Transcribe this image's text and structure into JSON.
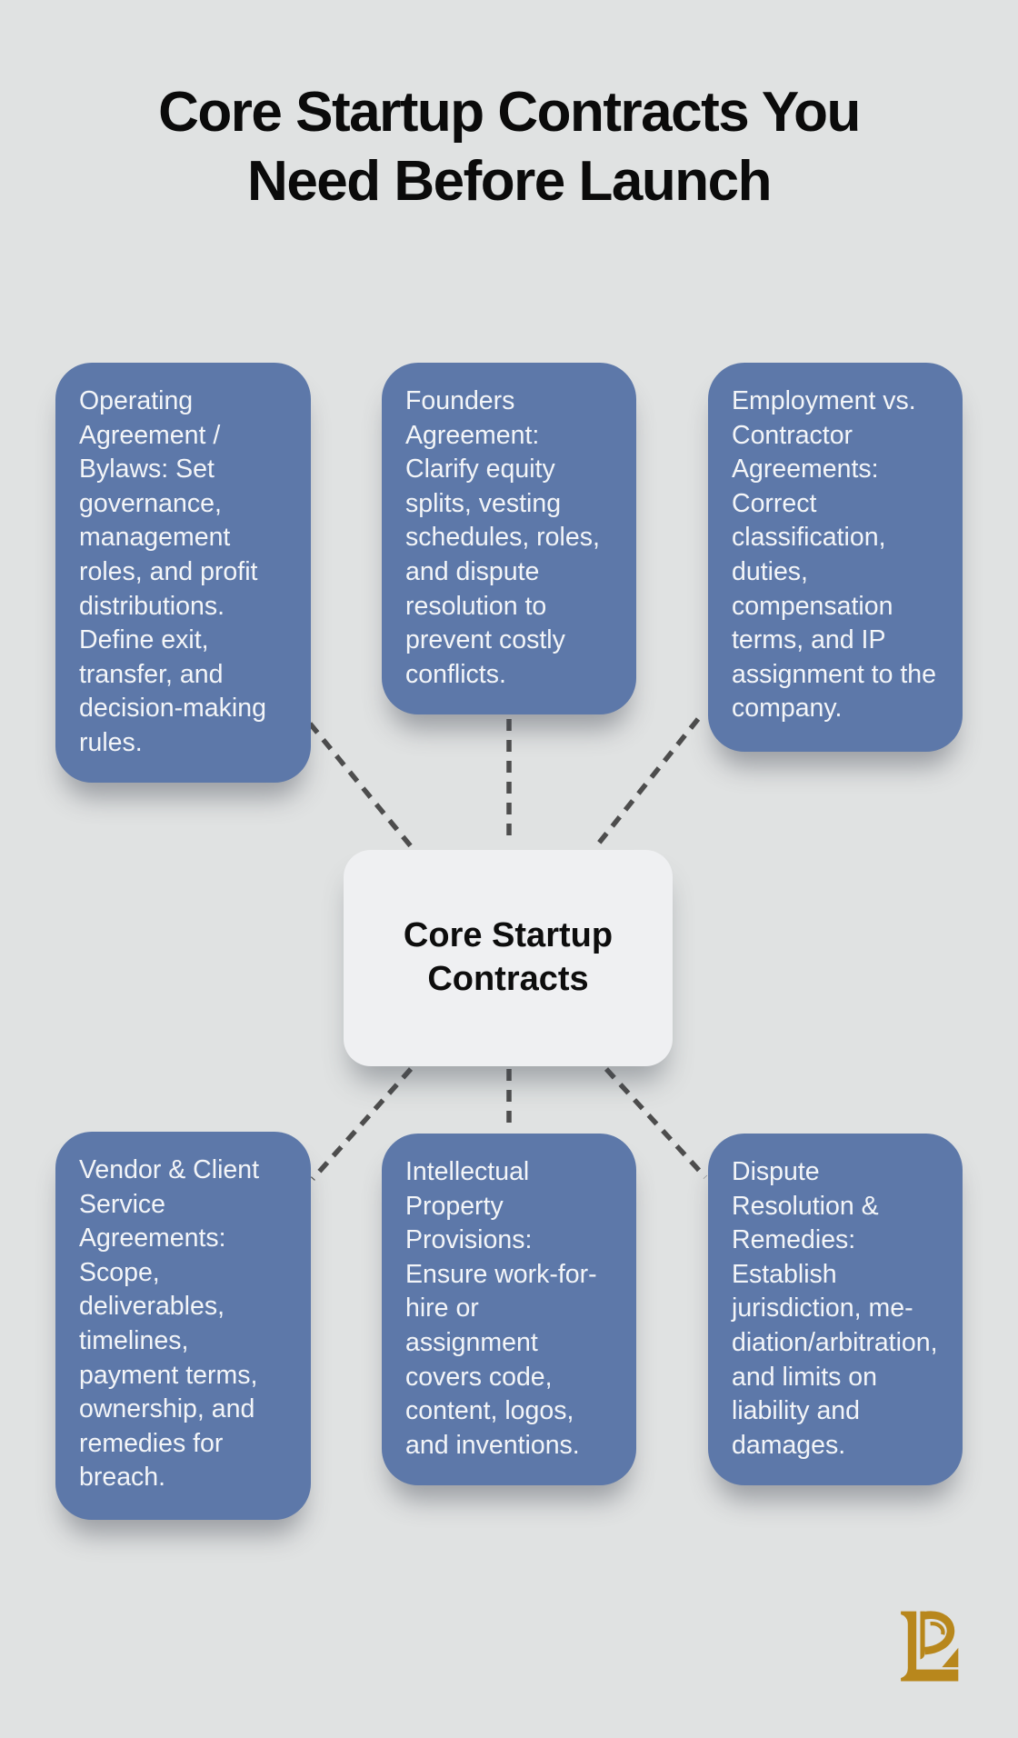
{
  "header": {
    "title_line1": "Core Startup Contracts You",
    "title_line2": "Need Before Launch"
  },
  "center_node": {
    "label": "Core Startup Contracts"
  },
  "nodes": {
    "top_left": {
      "text": "Operating Agreement / Bylaws: Set governance, management roles, and profit distributions. Define exit, transfer, and decision-making rules."
    },
    "top_middle": {
      "text": "Founders Agreement: Clarify equity splits, vesting schedules, roles, and dispute resolution to prevent costly conflicts."
    },
    "top_right": {
      "text": "Employment vs. Contractor Agreements: Correct classification, duties, compensation terms, and IP assignment to the company."
    },
    "bottom_left": {
      "text": "Vendor & Client Service Agreements: Scope, deliverables, timelines, payment terms, ownership, and remedies for breach."
    },
    "bottom_middle": {
      "text": "Intellectual Property Provisions: Ensure work-for-hire or assignment covers code, content, logos, and inventions."
    },
    "bottom_right": {
      "text": "Dispute Resolution & Remedies: Establish jurisdiction, me­diation/arbitra­tion, and limits on liability and damages."
    }
  },
  "logo": {
    "icon": "lp-monogram",
    "color": "#b8871c"
  },
  "colors": {
    "background": "#e0e2e2",
    "node_fill": "#5d78a9",
    "node_text": "#f3f5f8",
    "center_fill": "#eff0f2",
    "center_text": "#0d0d0d",
    "connector": "#4d4d4d",
    "title_text": "#0b0b0b"
  }
}
